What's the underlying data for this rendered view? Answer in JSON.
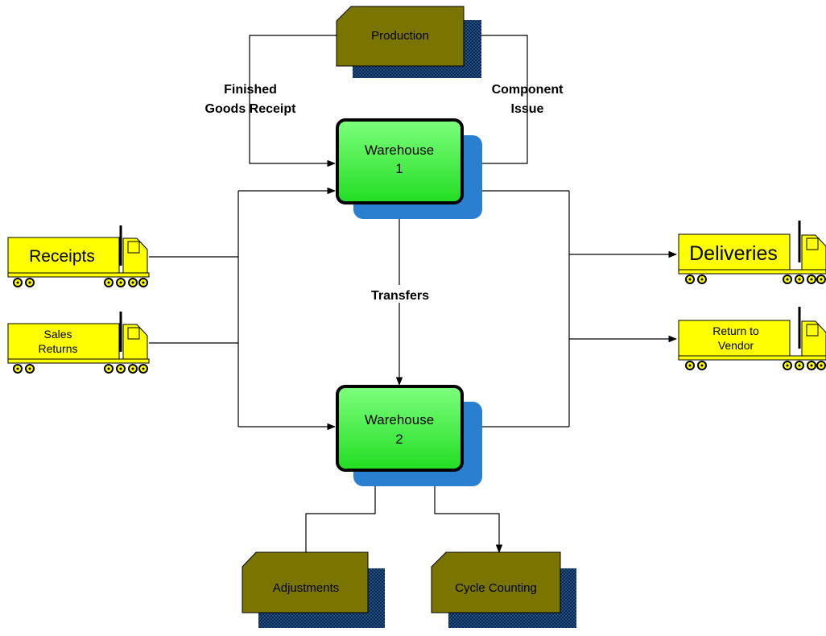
{
  "nodes": {
    "production": "Production",
    "warehouse1": [
      "Warehouse",
      "1"
    ],
    "warehouse2": [
      "Warehouse",
      "2"
    ],
    "adjustments": "Adjustments",
    "cycle_counting": "Cycle Counting",
    "receipts": "Receipts",
    "sales_returns": [
      "Sales",
      "Returns"
    ],
    "deliveries": "Deliveries",
    "return_to_vendor": [
      "Return to",
      "Vendor"
    ]
  },
  "edge_labels": {
    "finished_goods_receipt": [
      "Finished",
      "Goods Receipt"
    ],
    "component_issue": [
      "Component",
      "Issue"
    ],
    "transfers": "Transfers"
  },
  "colors": {
    "warehouse_fill": "#33ee33",
    "warehouse_shadow": "#2a7fd0",
    "process_fill": "#7a7400",
    "process_shadow": "#1a3f6b",
    "truck_fill": "#ffff00",
    "line": "#000000"
  }
}
